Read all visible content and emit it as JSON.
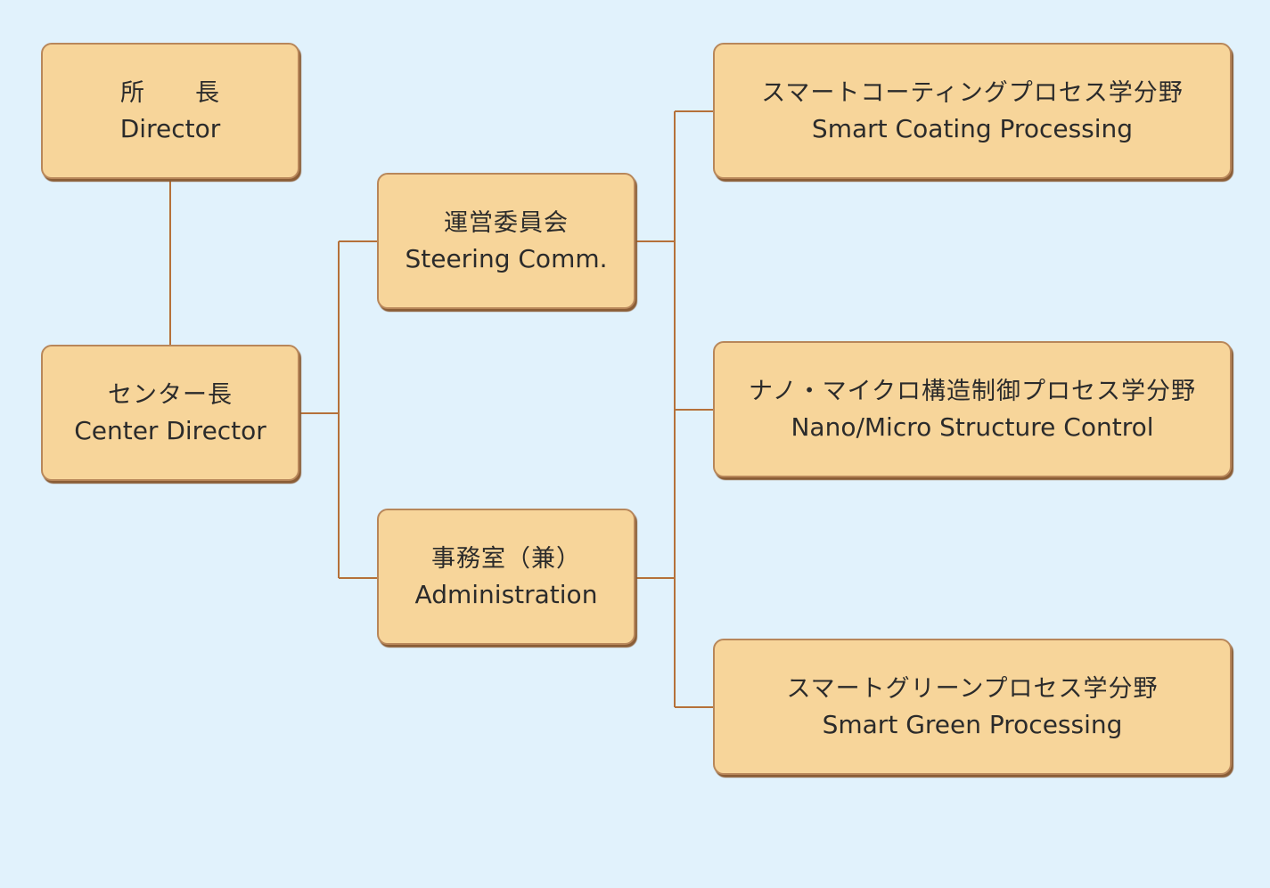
{
  "colors": {
    "background": "#e1f2fc",
    "box_fill": "#f7d59a",
    "box_border": "#b8875a",
    "connector": "#b5713a"
  },
  "nodes": {
    "director": {
      "jp": "所　　長",
      "en": "Director"
    },
    "center_director": {
      "jp": "センター長",
      "en": "Center Director"
    },
    "steering": {
      "jp": "運営委員会",
      "en": "Steering Comm."
    },
    "admin": {
      "jp": "事務室（兼）",
      "en": "Administration"
    },
    "coating": {
      "jp": "スマートコーティングプロセス学分野",
      "en": "Smart Coating Processing"
    },
    "nano": {
      "jp": "ナノ・マイクロ構造制御プロセス学分野",
      "en": "Nano/Micro Structure Control"
    },
    "green": {
      "jp": "スマートグリーンプロセス学分野",
      "en": "Smart Green Processing"
    }
  }
}
